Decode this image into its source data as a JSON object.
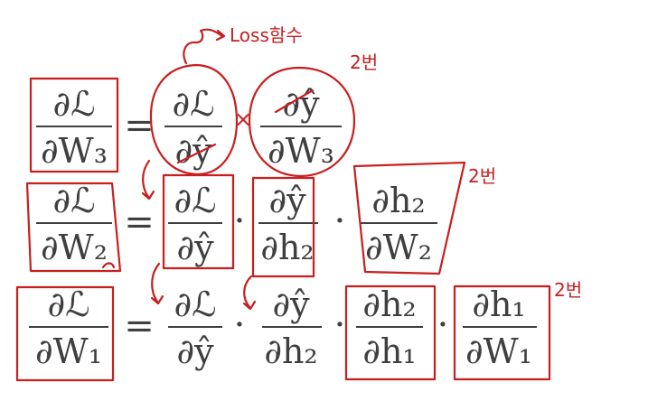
{
  "equations": [
    {
      "id": "row-1",
      "lhs": {
        "num": "∂ℒ",
        "den": "∂W₃"
      },
      "equals": "=",
      "terms": [
        {
          "num": "∂ℒ",
          "den": "∂ŷ"
        },
        {
          "num": "∂ŷ",
          "den": "∂W₃"
        }
      ],
      "operators": [
        "×"
      ]
    },
    {
      "id": "row-2",
      "lhs": {
        "num": "∂ℒ",
        "den": "∂W₂"
      },
      "equals": "=",
      "terms": [
        {
          "num": "∂ℒ",
          "den": "∂ŷ"
        },
        {
          "num": "∂ŷ",
          "den": "∂h₂"
        },
        {
          "num": "∂h₂",
          "den": "∂W₂"
        }
      ],
      "operators": [
        "·",
        "·"
      ]
    },
    {
      "id": "row-3",
      "lhs": {
        "num": "∂ℒ",
        "den": "∂W₁"
      },
      "equals": "=",
      "terms": [
        {
          "num": "∂ℒ",
          "den": "∂ŷ"
        },
        {
          "num": "∂ŷ",
          "den": "∂h₂"
        },
        {
          "num": "∂h₂",
          "den": "∂h₁"
        },
        {
          "num": "∂h₁",
          "den": "∂W₁"
        }
      ],
      "operators": [
        "·",
        "·",
        "·"
      ]
    }
  ],
  "annotations": {
    "loss_note": "Loss함수",
    "ref_row1": "2번",
    "ref_row2": "2번",
    "ref_row3": "2번"
  },
  "colors": {
    "ink": "#c81e1e",
    "math": "#3f3f3f",
    "background": "#ffffff"
  }
}
